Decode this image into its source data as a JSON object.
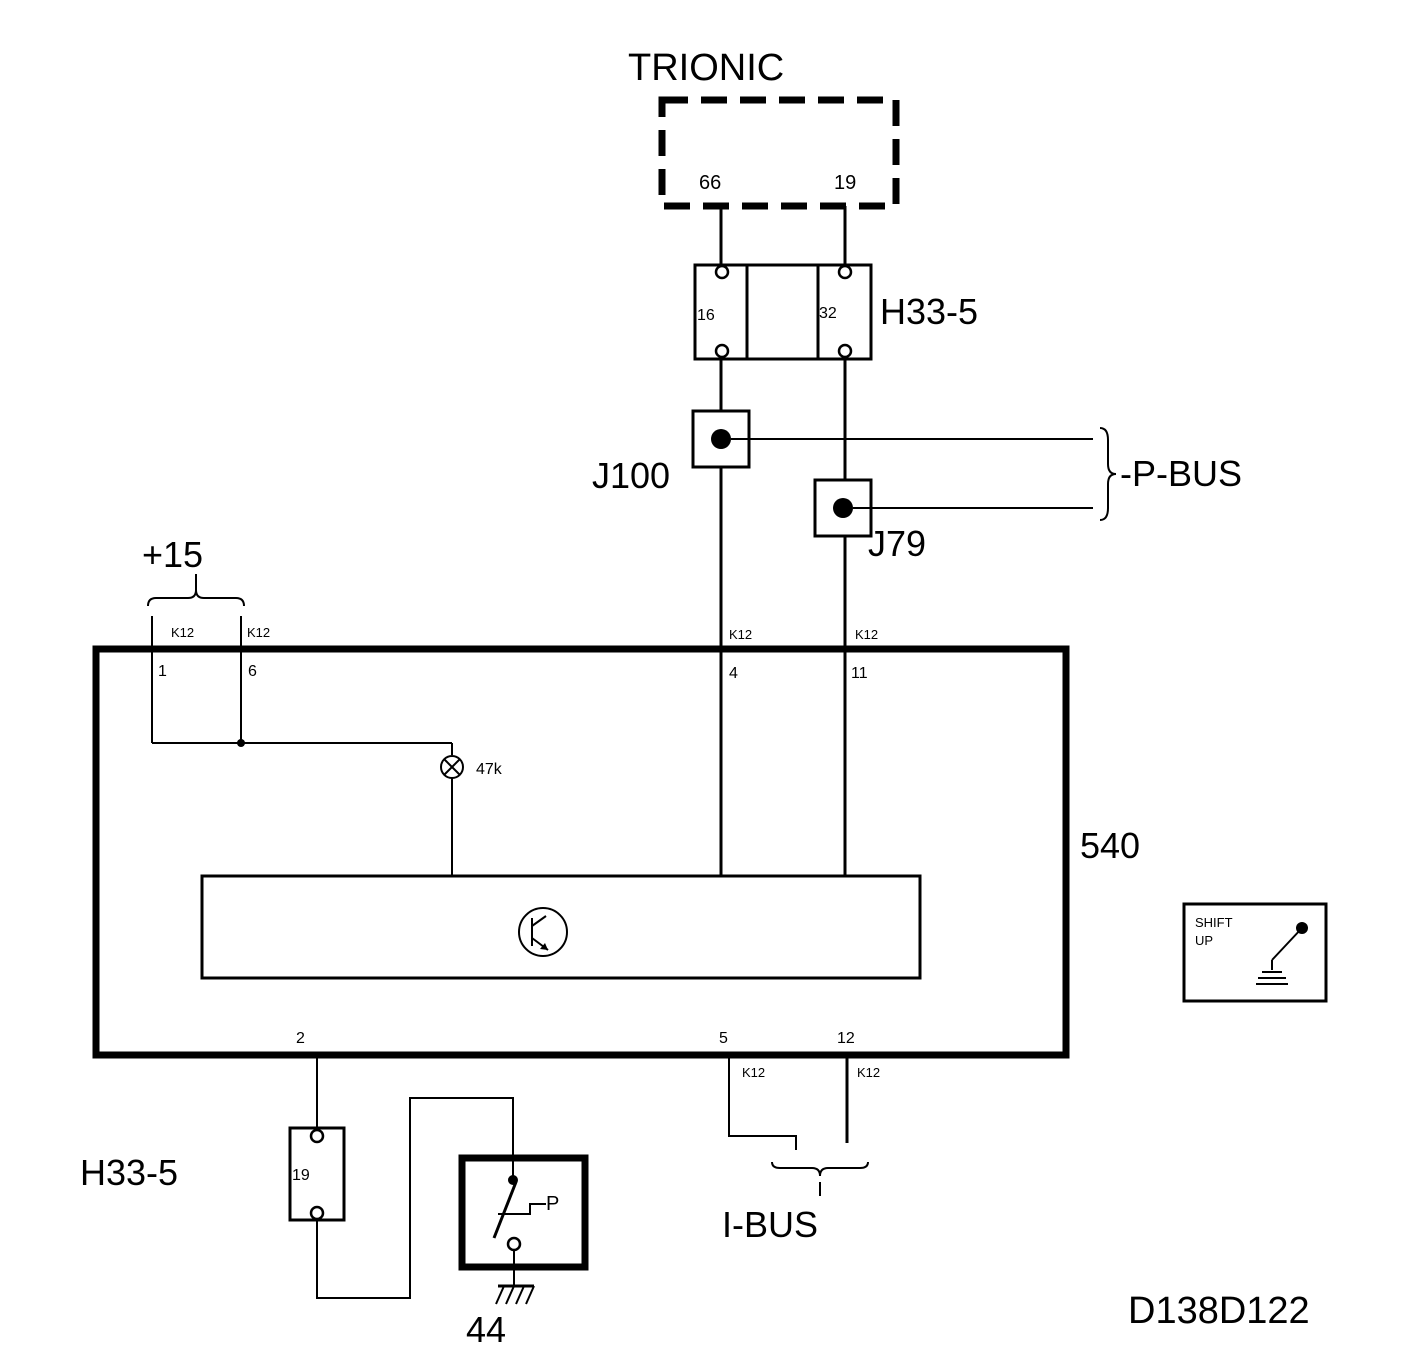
{
  "trionic": {
    "title": "TRIONIC",
    "pin_a": "66",
    "pin_b": "19"
  },
  "connector_top": {
    "name": "H33-5",
    "pin_left": "16",
    "pin_right": "32"
  },
  "splices": {
    "left": "J100",
    "right": "J79"
  },
  "pbus": {
    "label": "-P-BUS"
  },
  "supply": {
    "label": "+15"
  },
  "module": {
    "number": "540",
    "connector": "K12",
    "pins": {
      "p1": "1",
      "p6": "6",
      "p4": "4",
      "p11": "11",
      "p2": "2",
      "p5": "5",
      "p12": "12"
    },
    "resistor": "47k"
  },
  "connector_bottom": {
    "name": "H33-5",
    "pin": "19"
  },
  "ground": {
    "label": "44",
    "switch_symbol": "P"
  },
  "ibus": {
    "label": "I-BUS"
  },
  "indicator": {
    "line1": "SHIFT",
    "line2": "UP"
  },
  "drawing_id": "D138D122"
}
